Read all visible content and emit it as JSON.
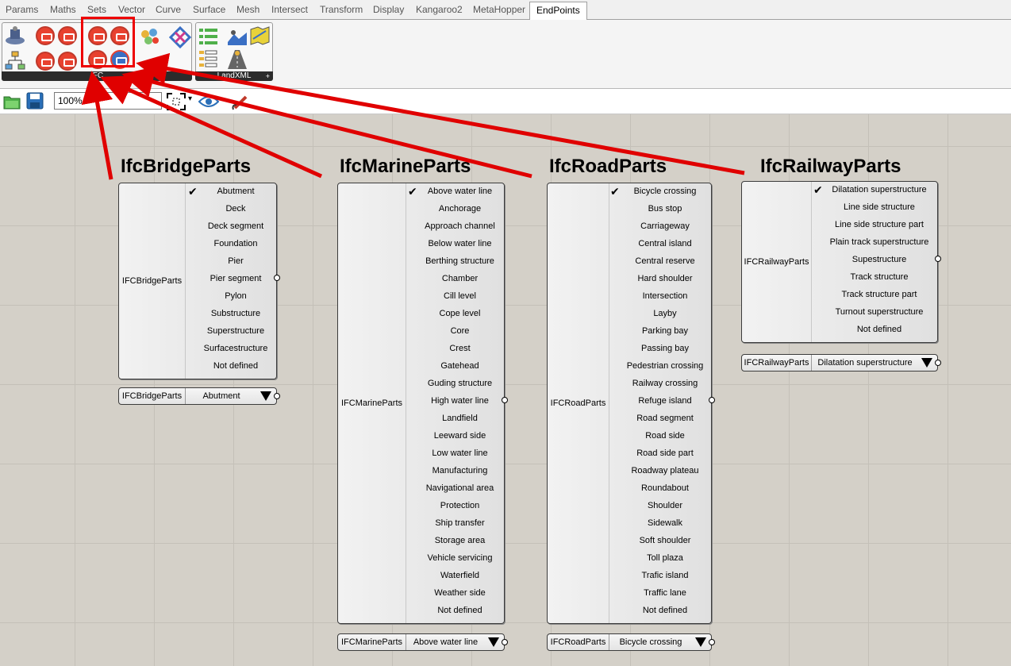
{
  "tabs": [
    "Params",
    "Maths",
    "Sets",
    "Vector",
    "Curve",
    "Surface",
    "Mesh",
    "Intersect",
    "Transform",
    "Display",
    "Kangaroo2",
    "MetaHopper",
    "EndPoints"
  ],
  "active_tab": "EndPoints",
  "ribbon": {
    "group_ifc_label": "IFC",
    "group_landxml_label": "LandXML",
    "more_symbol": "+"
  },
  "toolbar": {
    "zoom_value": "100%",
    "dropdown_symbol": "▾"
  },
  "components": {
    "bridge": {
      "title": "IfcBridgeParts",
      "name": "IFCBridgeParts",
      "items": [
        "Abutment",
        "Deck",
        "Deck segment",
        "Foundation",
        "Pier",
        "Pier segment",
        "Pylon",
        "Substructure",
        "Superstructure",
        "Surfacestructure",
        "Not defined"
      ],
      "selected": "Abutment"
    },
    "marine": {
      "title": "IfcMarineParts",
      "name": "IFCMarineParts",
      "items": [
        "Above water line",
        "Anchorage",
        "Approach channel",
        "Below water line",
        "Berthing structure",
        "Chamber",
        "Cill level",
        "Cope level",
        "Core",
        "Crest",
        "Gatehead",
        "Guding structure",
        "High water line",
        "Landfield",
        "Leeward side",
        "Low water line",
        "Manufacturing",
        "Navigational area",
        "Protection",
        "Ship transfer",
        "Storage area",
        "Vehicle servicing",
        "Waterfield",
        "Weather side",
        "Not defined"
      ],
      "selected": "Above water line"
    },
    "road": {
      "title": "IfcRoadParts",
      "name": "IFCRoadParts",
      "items": [
        "Bicycle crossing",
        "Bus stop",
        "Carriageway",
        "Central island",
        "Central reserve",
        "Hard shoulder",
        "Intersection",
        "Layby",
        "Parking bay",
        "Passing bay",
        "Pedestrian crossing",
        "Railway crossing",
        "Refuge island",
        "Road segment",
        "Road side",
        "Road side part",
        "Roadway plateau",
        "Roundabout",
        "Shoulder",
        "Sidewalk",
        "Soft shoulder",
        "Toll plaza",
        "Trafic island",
        "Traffic lane",
        "Not defined"
      ],
      "selected": "Bicycle crossing"
    },
    "railway": {
      "title": "IfcRailwayParts",
      "name": "IFCRailwayParts",
      "items": [
        "Dilatation superstructure",
        "Line side structure",
        "Line side structure part",
        "Plain track superstructure",
        "Supestructure",
        "Track structure",
        "Track structure part",
        "Turnout superstructure",
        "Not defined"
      ],
      "selected": "Dilatation superstructure"
    }
  },
  "colors": {
    "annotation_red": "#e00000",
    "icon_red": "#e8412f",
    "canvas_bg": "#d4d0c8"
  }
}
